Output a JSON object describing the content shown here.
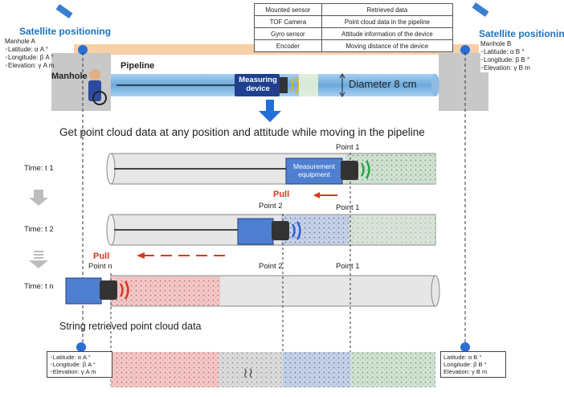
{
  "sensor_table": {
    "headers": [
      "Mounted sensor",
      "Retrieved data"
    ],
    "rows": [
      [
        "TOF Camera",
        "Point cloud data in the pipeline"
      ],
      [
        "Gyro sensor",
        "Attitude information of the device"
      ],
      [
        "Encoder",
        "Moving distance of the device"
      ]
    ]
  },
  "satellite_left": "Satellite positioning",
  "satellite_right": "Satellite positioning",
  "manhole_a": {
    "title": "Manhole A",
    "latitude": "･Latitude: α A °",
    "longitude": "･Longitude: β A °",
    "elevation": "･Elevation: γ A m"
  },
  "manhole_b": {
    "title": "Manhole B",
    "latitude": "･Latitude: α B °",
    "longitude": "･Longitude: β B °",
    "elevation": "･Elevation: γ B m"
  },
  "manhole_label": "Manhole",
  "pipeline_label": "Pipeline",
  "device_label_1": "Measuring",
  "device_label_2": "device",
  "diameter_label": "Diameter 8 cm",
  "heading": "Get point cloud data at any position and attitude while moving in the pipeline",
  "time_1": "Time: t 1",
  "time_2": "Time: t 2",
  "time_n": "Time: t n",
  "equipment_label_1": "Measurement",
  "equipment_label_2": "equipment",
  "point_1_a": "Point 1",
  "point_1_b": "Point 1",
  "point_1_c": "Point 1",
  "point_2_a": "Point 2",
  "point_2_b": "Point 2",
  "point_n": "Point n",
  "pull_1": "Pull",
  "pull_2": "Pull",
  "string_heading": "String retrieved point cloud data",
  "bottom_left": {
    "latitude": "･Latitude: α A °",
    "longitude": "･Longitude: β A °",
    "elevation": "･Elevation: γ A m"
  },
  "bottom_right": {
    "latitude": "Latitude: α B °",
    "longitude": "Longitude: β B °",
    "elevation": "Elevation: γ B m"
  },
  "break_symbol": "≀≀",
  "colors": {
    "satellite_text": "#1b74c5",
    "pull": "#d9381e",
    "device": "#1f3f8f",
    "arrow_blue": "#1f6fd6",
    "signal": "#d9381e",
    "signal_green": "#2aa44a",
    "cloud_red": "#e9a0a0",
    "cloud_blue": "#8fa7cf",
    "cloud_green": "#9fbf9f"
  }
}
